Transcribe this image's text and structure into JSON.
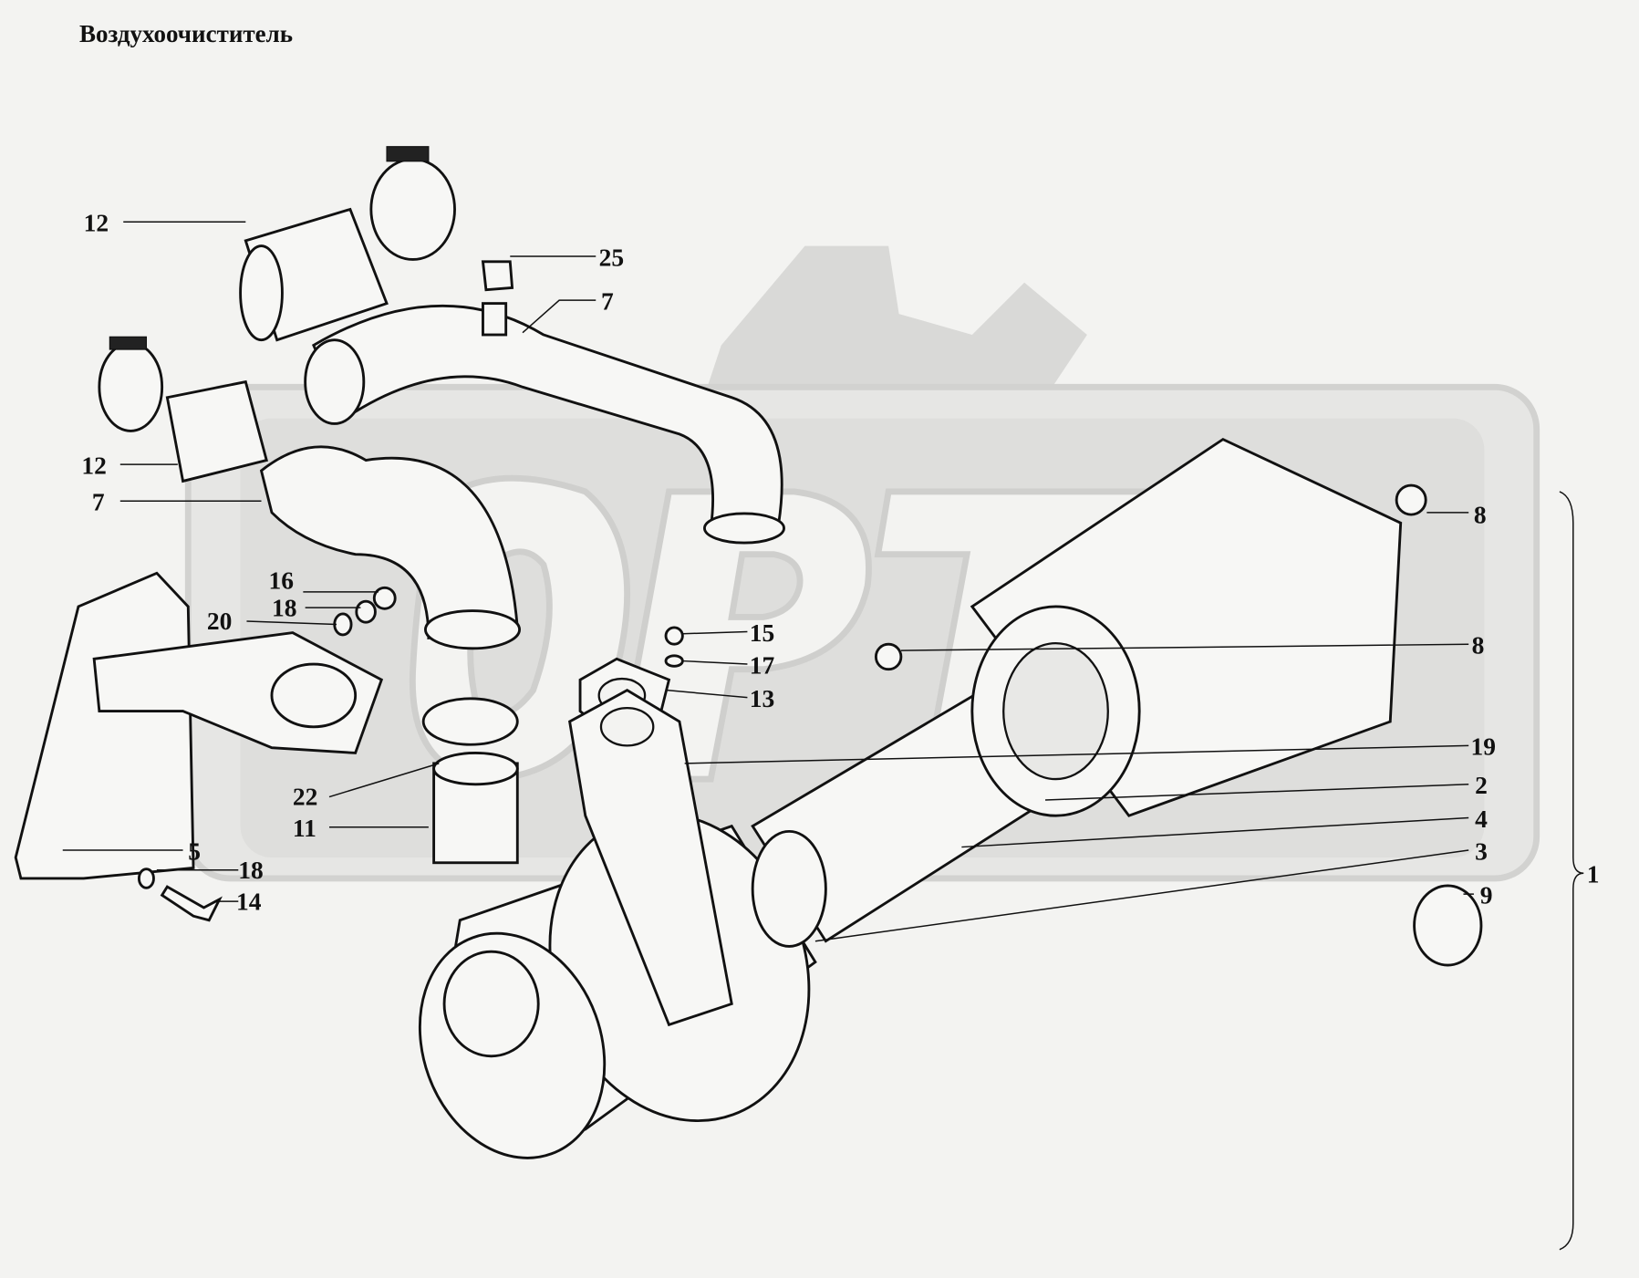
{
  "title": "Воздухоочиститель",
  "callouts": [
    "12",
    "25",
    "7",
    "12",
    "7",
    "16",
    "18",
    "20",
    "15",
    "17",
    "13",
    "22",
    "11",
    "5",
    "18",
    "14",
    "8",
    "8",
    "19",
    "2",
    "4",
    "3",
    "9",
    "1"
  ]
}
